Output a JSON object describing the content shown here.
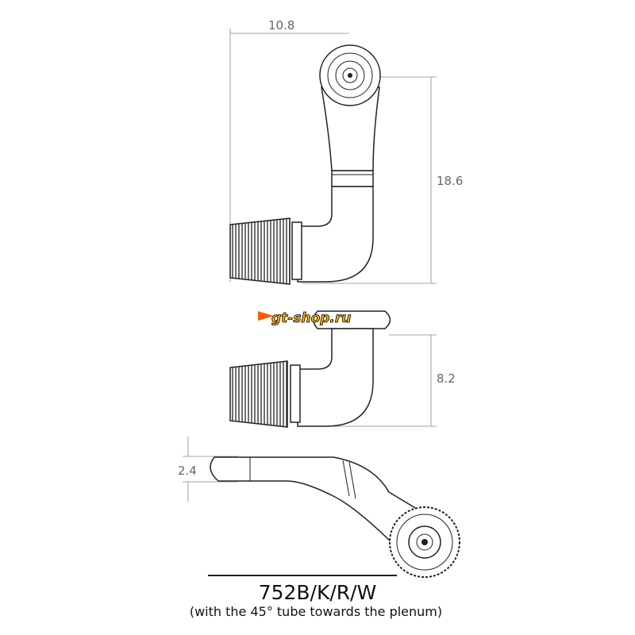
{
  "dimensions": {
    "top_width": "10.8",
    "top_height": "18.6",
    "front_height": "8.2",
    "side_height": "2.4"
  },
  "logo": {
    "text": "gt-shop.ru",
    "colors": {
      "fill": "#ffb000",
      "accent": "#ff5a00"
    }
  },
  "title": "752B/K/R/W",
  "subtitle": "(with the 45° tube towards the plenum)"
}
